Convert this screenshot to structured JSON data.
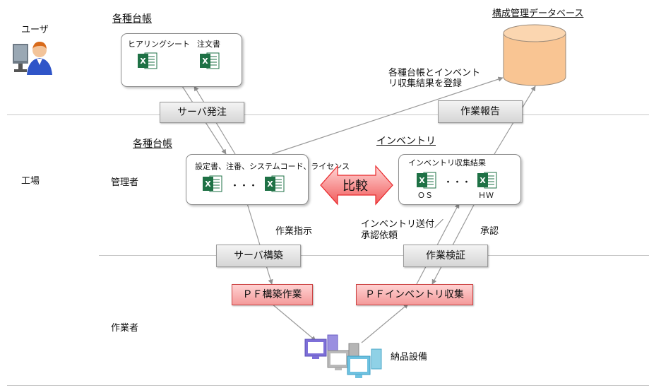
{
  "lanes": {
    "user": "ユーザ",
    "factory": "工場",
    "manager": "管理者",
    "worker": "作業者"
  },
  "top_ledger": {
    "title": "各種台帳",
    "items": [
      "ヒアリングシート",
      "注文書"
    ]
  },
  "cmdb": {
    "title": "構成管理データベース"
  },
  "register_note": {
    "line1": "各種台帳とインベント",
    "line2": "リ収集結果を登録"
  },
  "buttons": {
    "server_order": "サーバ発注",
    "work_report": "作業報告",
    "server_build": "サーバ構築",
    "work_verify": "作業検証"
  },
  "red_buttons": {
    "pf_build": "ＰＦ構築作業",
    "pf_inventory": "ＰＦインベントリ収集"
  },
  "mgr_ledger": {
    "title": "各種台帳",
    "caption": "設定書、注番、システムコード、ライセンス",
    "dots": "・・・"
  },
  "inventory": {
    "title": "インベントリ",
    "caption": "インベントリ収集結果",
    "dots": "・・・",
    "os": "ＯＳ",
    "hw": "ＨＷ"
  },
  "compare": "比較",
  "notes": {
    "work_instruction": "作業指示",
    "send_line1": "インベントリ送付／",
    "send_line2": "承認依頼",
    "approve": "承認"
  },
  "equipment": "納品設備",
  "colors": {
    "excel_green": "#1e7145",
    "db_fill": "#f9c593",
    "red_button": "#f49a9a",
    "compare_arrow": "#e8282b"
  }
}
